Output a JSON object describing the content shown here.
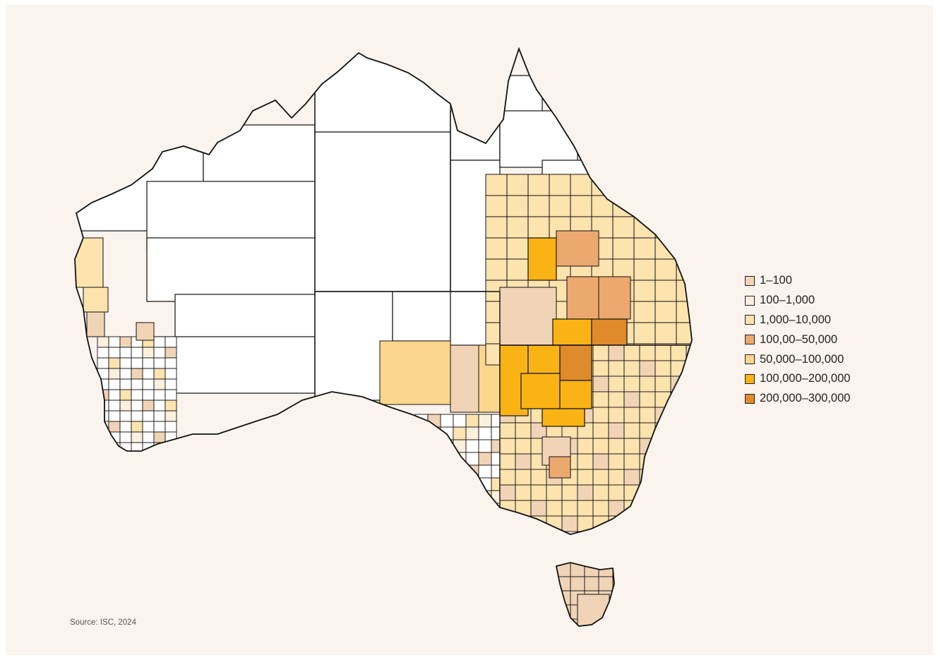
{
  "map": {
    "legend": [
      {
        "label": "1–100",
        "color": "#f1d4b6"
      },
      {
        "label": "100–1,000",
        "color": "#fcefdc"
      },
      {
        "label": "1,000–10,000",
        "color": "#fde3ae"
      },
      {
        "label": "100,00–50,000",
        "color": "#eca96f"
      },
      {
        "label": "50,000–100,000",
        "color": "#fdd68d"
      },
      {
        "label": "100,000–200,000",
        "color": "#f9b315"
      },
      {
        "label": "200,000–300,000",
        "color": "#df8a2b"
      }
    ],
    "source": "Source: ISC, 2024"
  }
}
